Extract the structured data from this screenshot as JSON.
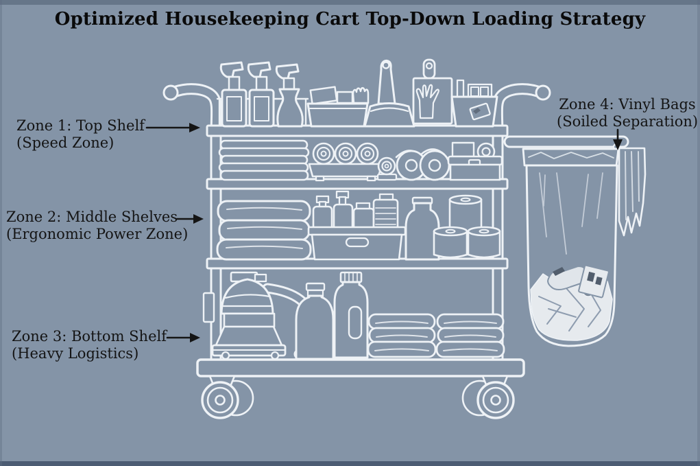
{
  "title": "Optimized Housekeeping Cart Top-Down Loading Strategy",
  "colors": {
    "background": "#8494a7",
    "line_art": "#eef2f6",
    "text": "#141414",
    "arrow": "#151515"
  },
  "zones": [
    {
      "name": "Zone 1",
      "line1": "Zone 1: Top Shelf",
      "line2": "(Speed Zone)",
      "arrow_direction": "right"
    },
    {
      "name": "Zone 2",
      "line1": "Zone 2: Middle Shelves",
      "line2": "(Ergonomic Power Zone)",
      "arrow_direction": "right"
    },
    {
      "name": "Zone 3",
      "line1": "Zone 3: Bottom Shelf",
      "line2": "(Heavy Logistics)",
      "arrow_direction": "right"
    },
    {
      "name": "Zone 4",
      "line1": "Zone 4: Vinyl Bags",
      "line2": "(Soiled Separation)",
      "arrow_direction": "down"
    }
  ],
  "illustration": {
    "style": "white line drawing on slate-blue background",
    "subject": "housekeeping cart side view with four loading zones",
    "top_shelf_items": [
      "spray-bottle",
      "spray-bottle",
      "spray-bottle",
      "sponge-caddy",
      "dustpan",
      "glove-board",
      "brush-caddy"
    ],
    "upper_middle_shelf_items": [
      "folded-towel-stack",
      "paper-rolls-on-tray",
      "small-roll",
      "toilet-paper-pair",
      "supply-box",
      "tape-roll"
    ],
    "lower_middle_shelf_items": [
      "folded-towel-stack",
      "amenity-bottle-bin",
      "refill-jug",
      "toilet-paper-rolls"
    ],
    "bottom_shelf_items": [
      "canister-vacuum",
      "water-jug",
      "detergent-jug",
      "folded-towel-stack",
      "folded-towel-stack"
    ],
    "right_side_items": [
      "hanging-rail",
      "vinyl-laundry-bag",
      "soiled-linens",
      "hanging-rag"
    ],
    "base_items": [
      "caster-wheel",
      "caster-wheel"
    ]
  }
}
